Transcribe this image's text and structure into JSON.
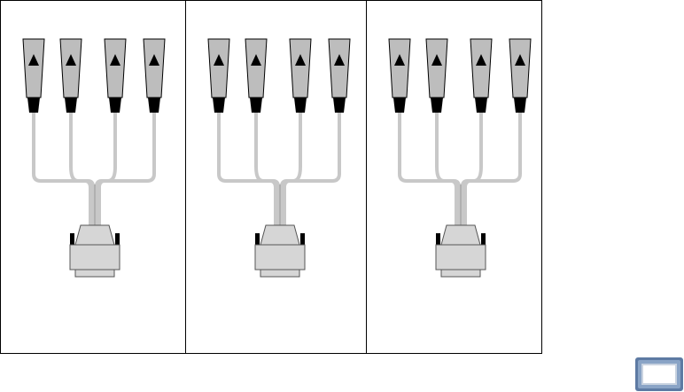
{
  "diagram": {
    "panels": [
      {
        "name": "snake-cable-panel-1",
        "connector_count": 4
      },
      {
        "name": "snake-cable-panel-2",
        "connector_count": 4
      },
      {
        "name": "snake-cable-panel-3",
        "connector_count": 4
      }
    ],
    "connector_icon": "arrow-up-icon",
    "multipin_connector_icon": "db25-connector-icon",
    "colors": {
      "border": "#000000",
      "cable": "#c8c8c8",
      "cable_dark": "#b0b0b0",
      "plug_body": "#bdbdbd",
      "plug_tip": "#000000",
      "connector_body": "#d6d6d6",
      "connector_outline": "#555555",
      "tab_blue": "#7f9bbf"
    }
  },
  "corner_tab": {
    "icon": "page-tab-icon"
  }
}
